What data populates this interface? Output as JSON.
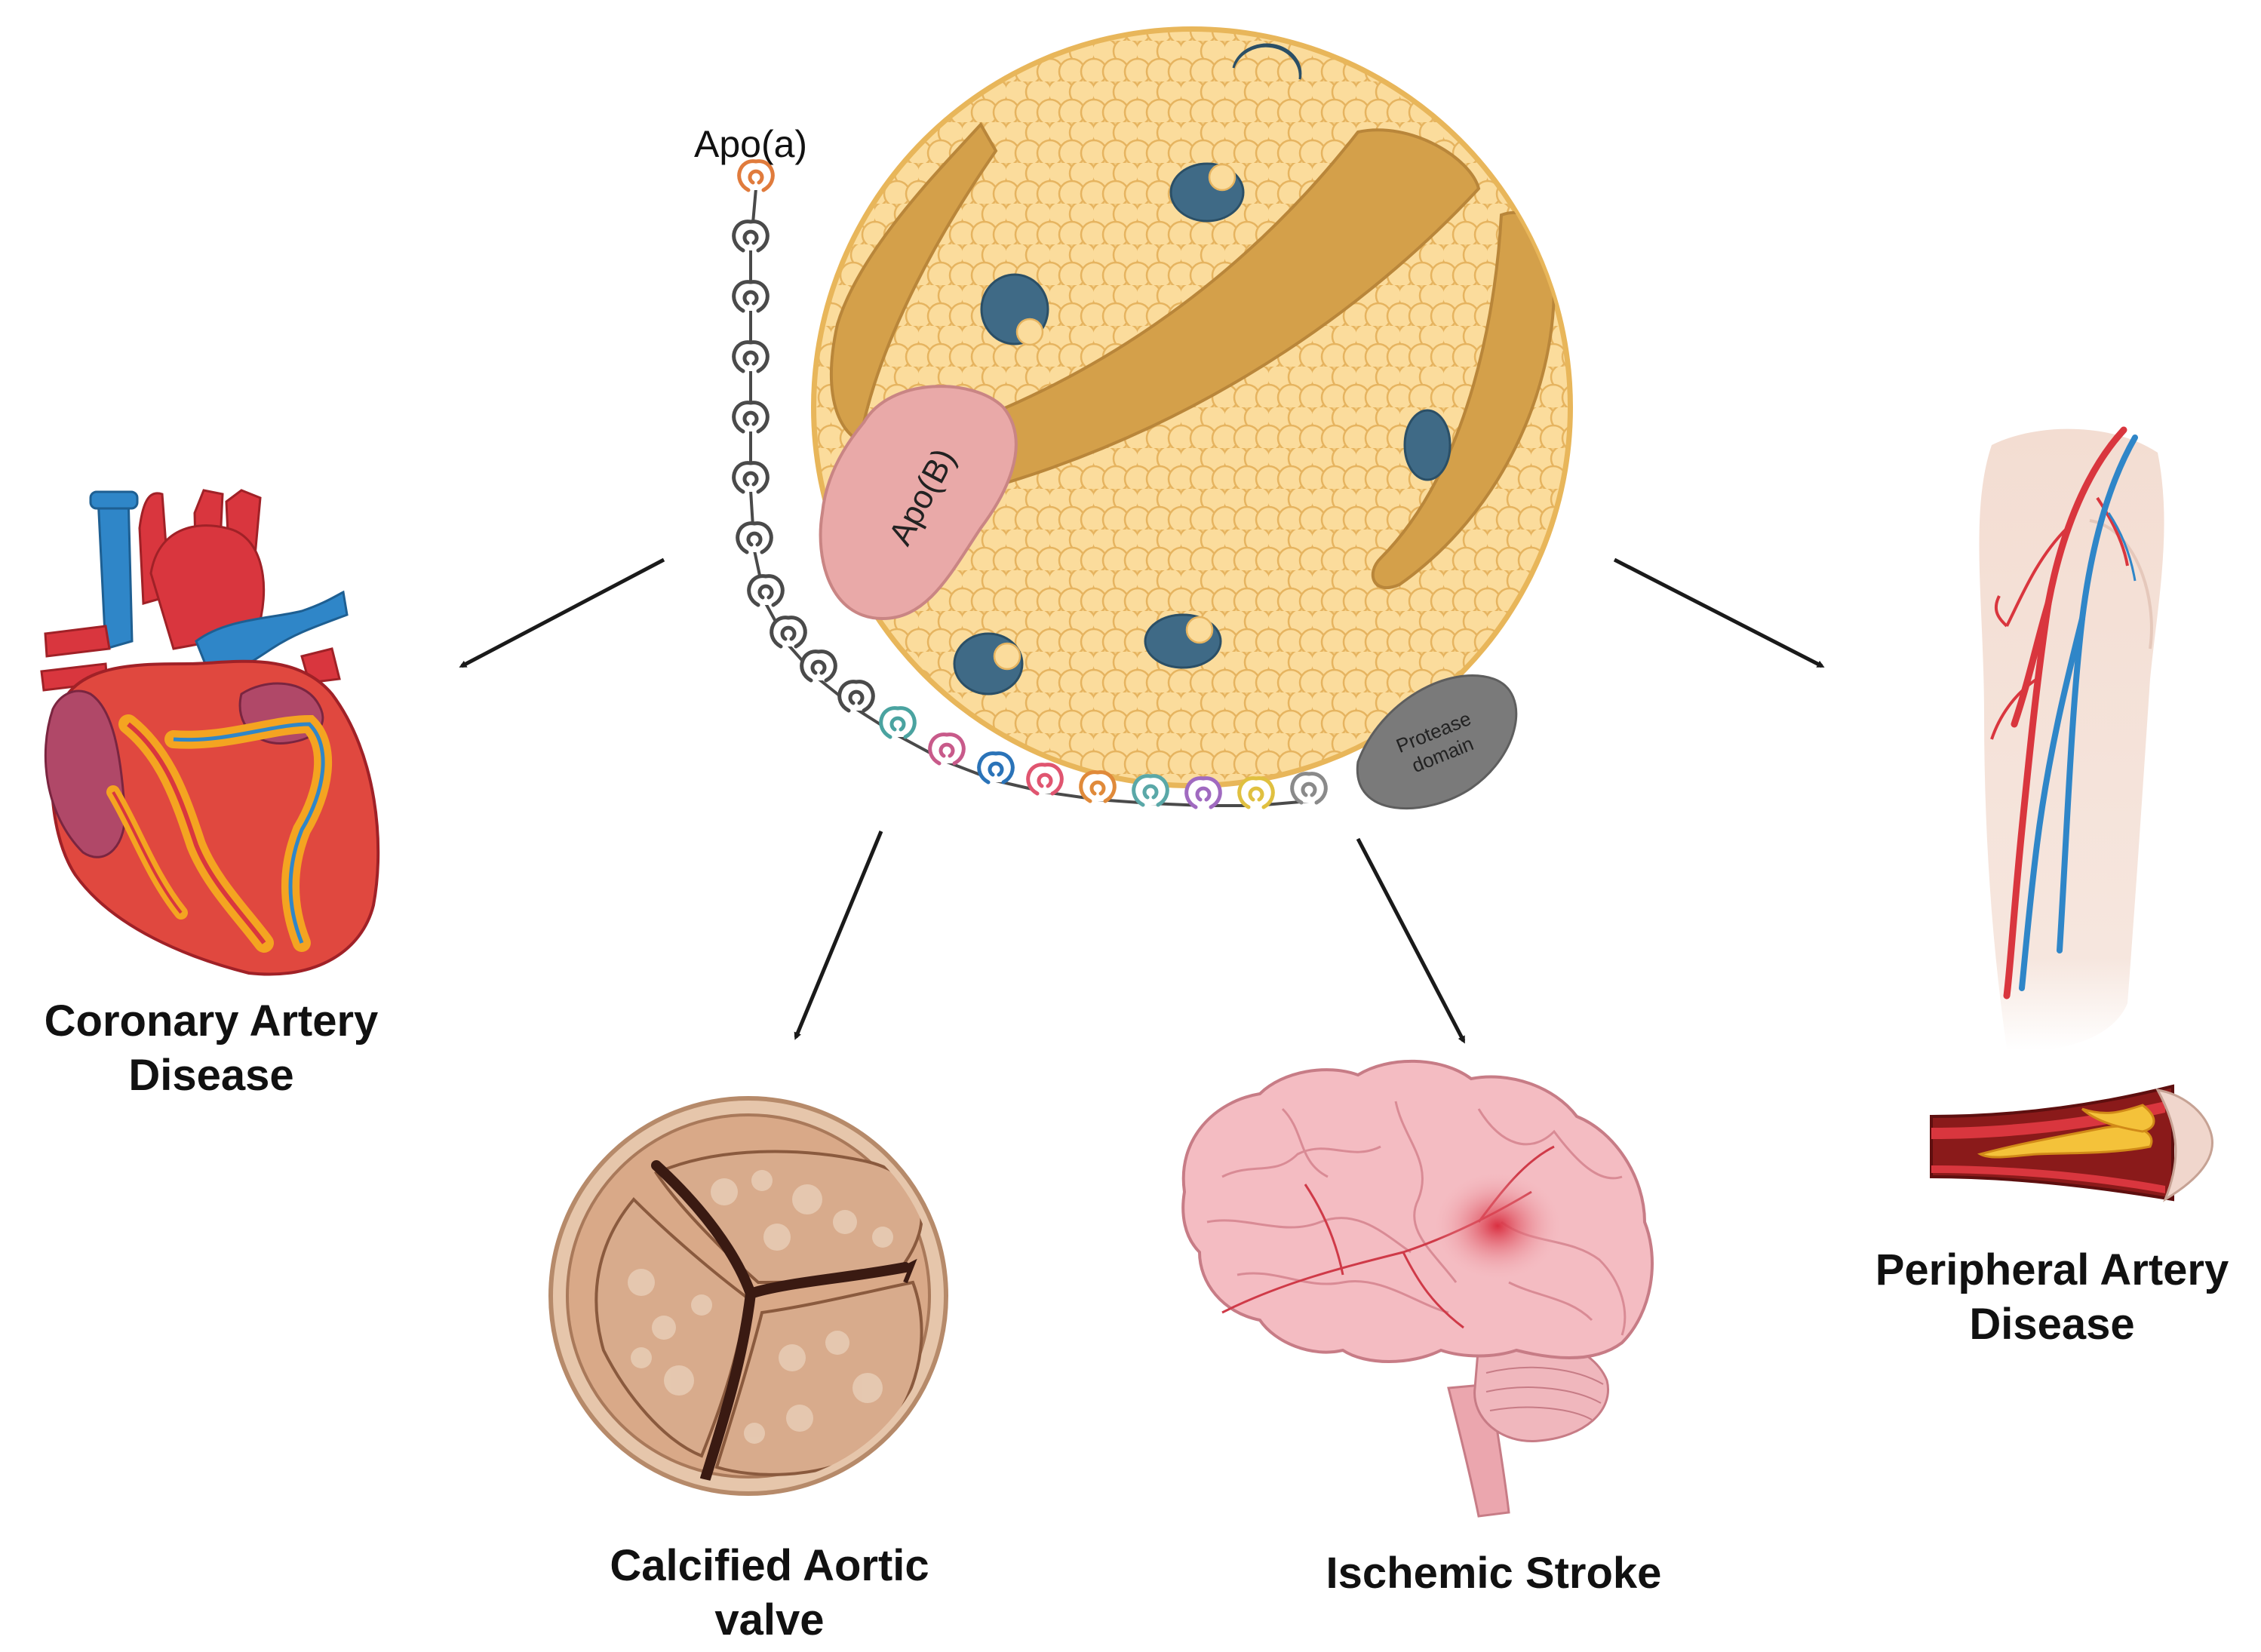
{
  "molecule": {
    "apoa_label": "Apo(a)",
    "apob_label": "Apo(B)",
    "protease_label_line1": "Protease",
    "protease_label_line2": "domain"
  },
  "diseases": [
    {
      "id": "cad",
      "line1": "Coronary Artery",
      "line2": "Disease"
    },
    {
      "id": "cav",
      "line1": "Calcified Aortic",
      "line2": "valve"
    },
    {
      "id": "is",
      "line1": "Ischemic Stroke",
      "line2": ""
    },
    {
      "id": "pad",
      "line1": "Peripheral Artery",
      "line2": "Disease"
    }
  ],
  "colors": {
    "particle_fill": "#f8d48a",
    "particle_stroke": "#e8b65a",
    "apob_band": "#d4a04a",
    "apob_head": "#e9a9a8",
    "inclusion": "#3f6a86",
    "protease": "#7a7a7a",
    "kringle_colors": [
      "#e07b3c",
      "#4a4a4a",
      "#4aa3a0",
      "#c85a8a",
      "#2a73b8",
      "#e05570",
      "#e08a3a",
      "#5aa8a8",
      "#a06ac0",
      "#e0c040",
      "#8a8a8a"
    ],
    "artery_red": "#d9363e",
    "vein_blue": "#2f86c8",
    "arrow": "#1a1a1a"
  }
}
